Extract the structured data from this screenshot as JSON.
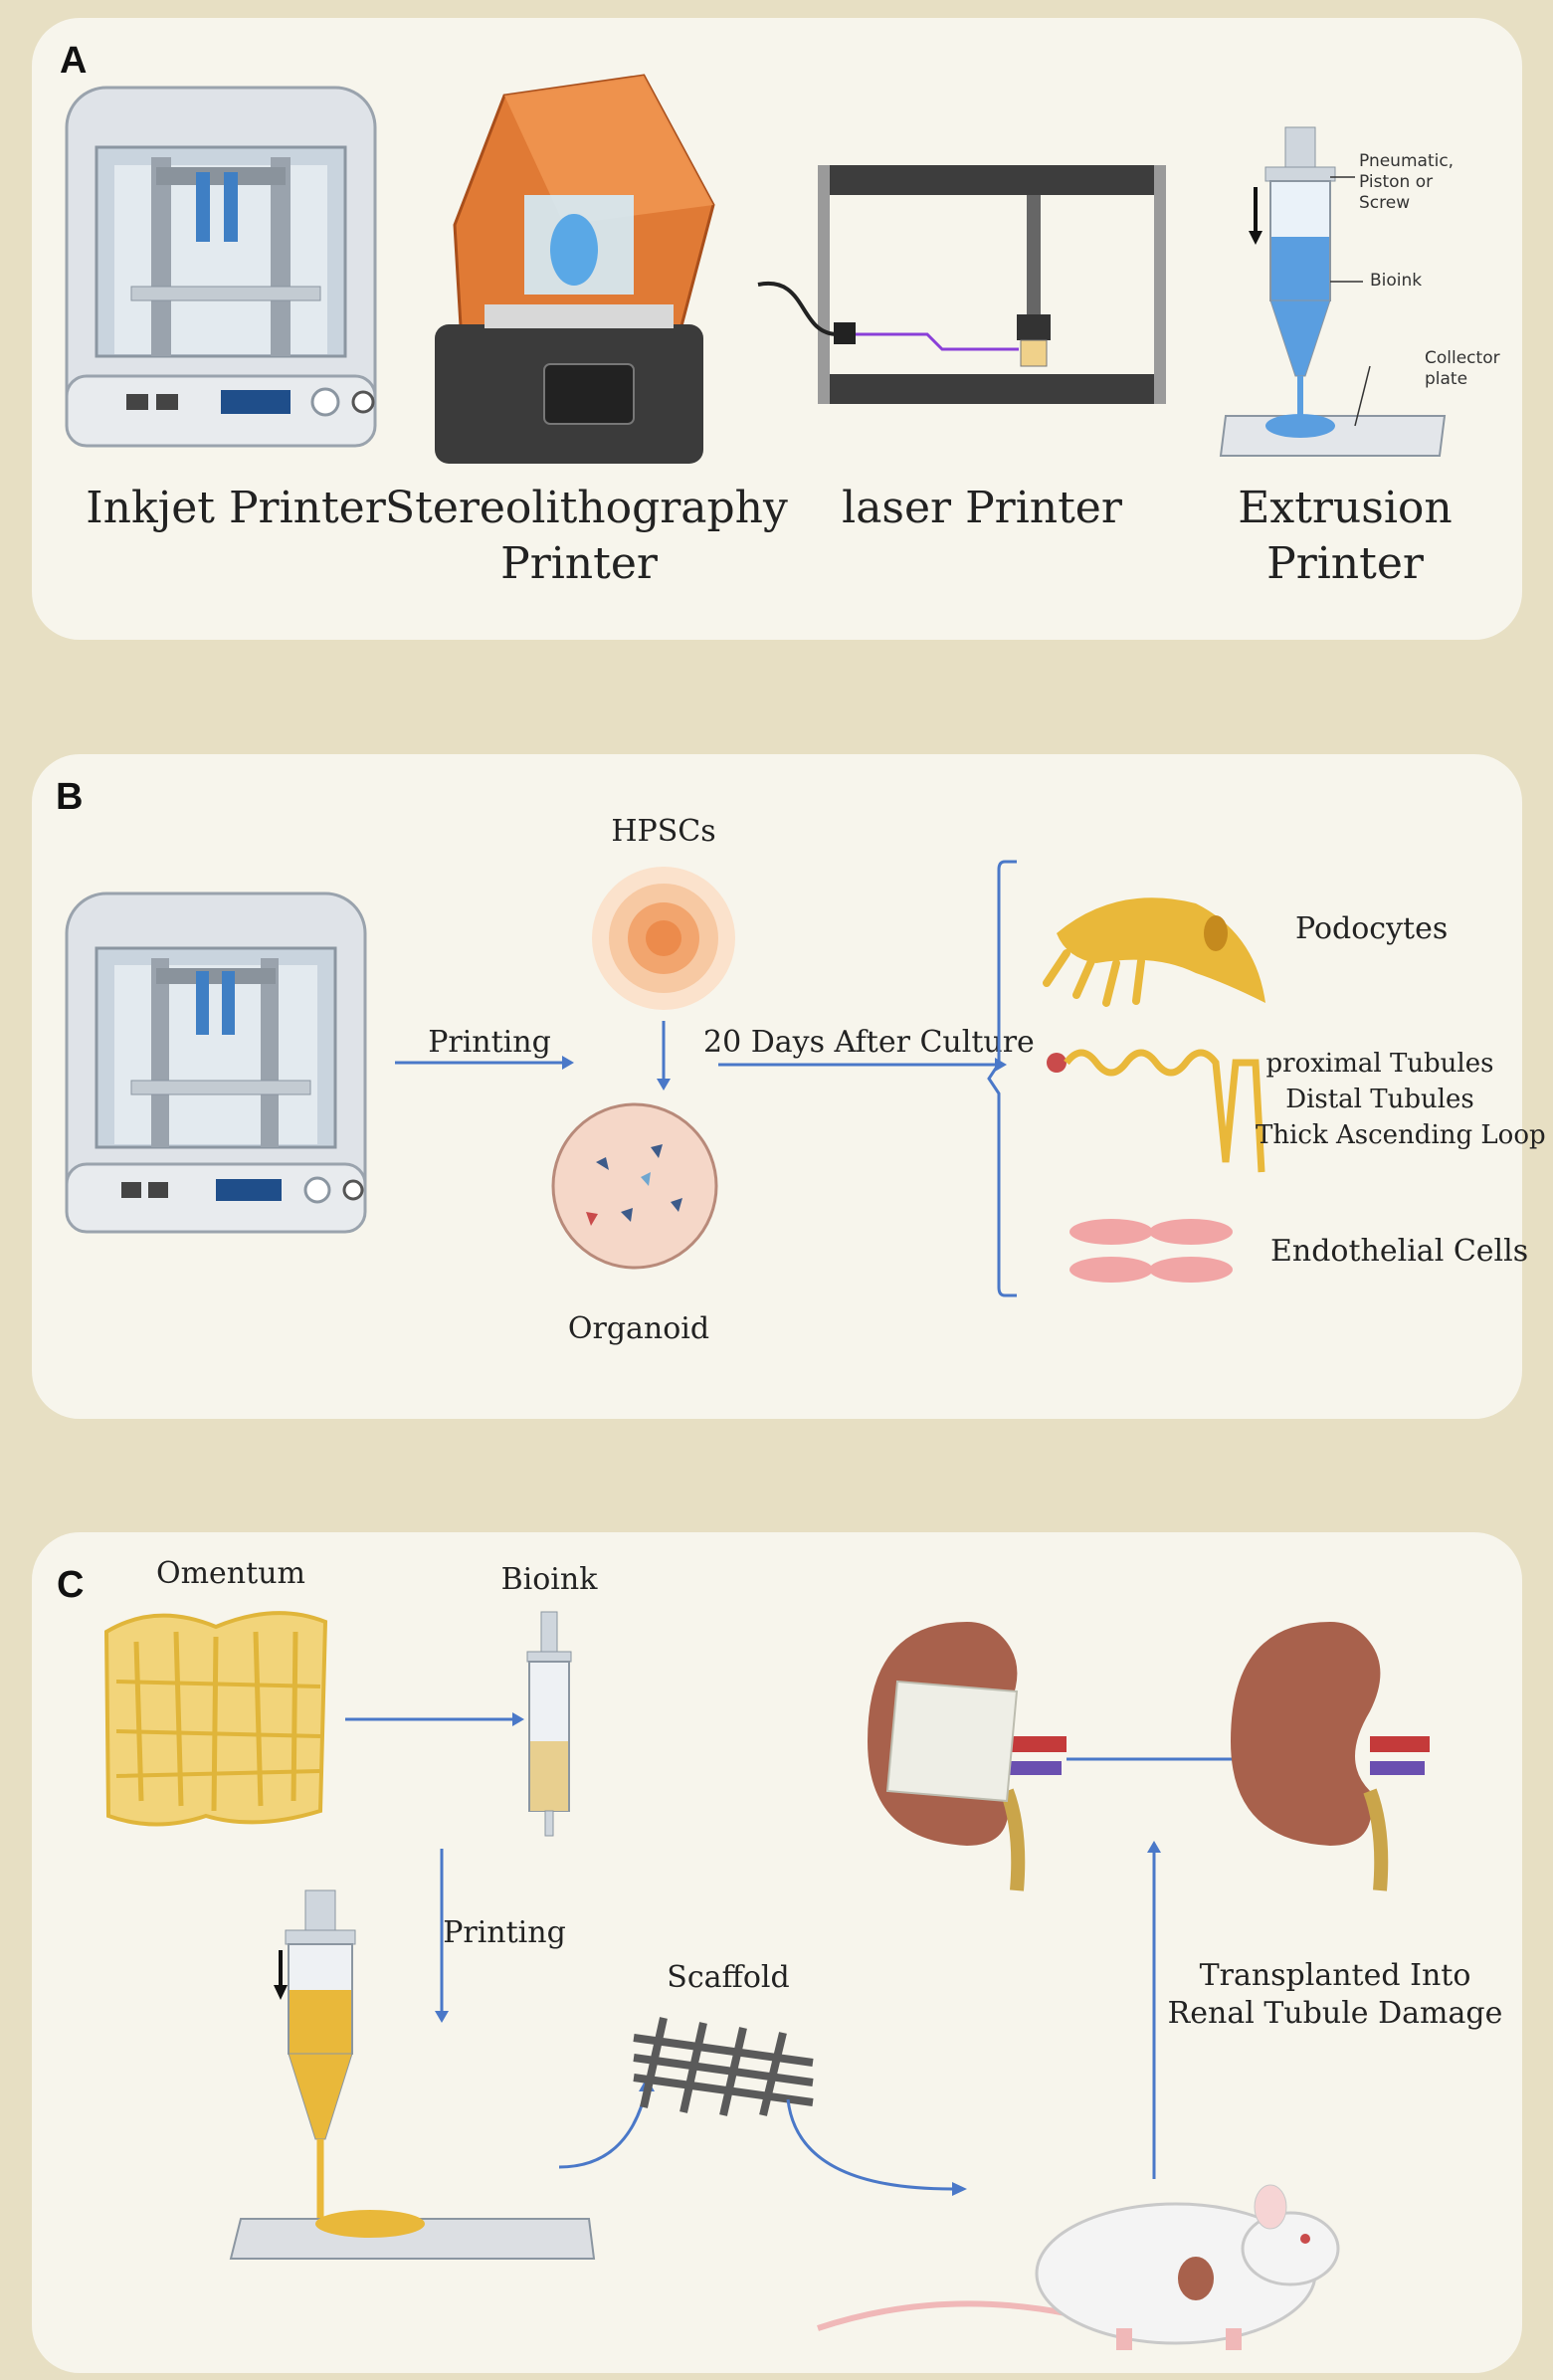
{
  "panel_a": {
    "letter": "A",
    "printers": [
      {
        "label_line1": "Inkjet Printer",
        "label_line2": ""
      },
      {
        "label_line1": "Stereolithography",
        "label_line2": "Printer"
      },
      {
        "label_line1": "laser Printer",
        "label_line2": ""
      },
      {
        "label_line1": "Extrusion",
        "label_line2": "Printer"
      }
    ],
    "extrusion_annotations": {
      "pneumatic": "Pneumatic,",
      "piston": "Piston or",
      "screw": "Screw",
      "bioink": "Bioink",
      "collector": "Collector",
      "plate": "plate"
    }
  },
  "panel_b": {
    "letter": "B",
    "printing_label": "Printing",
    "hpscs_label": "HPSCs",
    "organoid_label": "Organoid",
    "culture_label": "20 Days After Culture",
    "outputs": {
      "podocytes": "Podocytes",
      "proximal": "proximal Tubules",
      "distal": "Distal Tubules",
      "thick": "Thick Ascending Loop",
      "endothelial": "Endothelial Cells"
    }
  },
  "panel_c": {
    "letter": "C",
    "omentum_label": "Omentum",
    "bioink_label": "Bioink",
    "printing_label": "Printing",
    "scaffold_label": "Scaffold",
    "transplant_line1": "Transplanted Into",
    "transplant_line2": "Renal Tubule Damage"
  },
  "colors": {
    "background": "#e7dfc3",
    "panel": "#f7f5ec",
    "arrow": "#4a78c8",
    "orange": "#e07a35",
    "bioink_blue": "#5a9ee0",
    "bioink_yellow": "#e9b83a",
    "kidney": "#a8614c"
  }
}
